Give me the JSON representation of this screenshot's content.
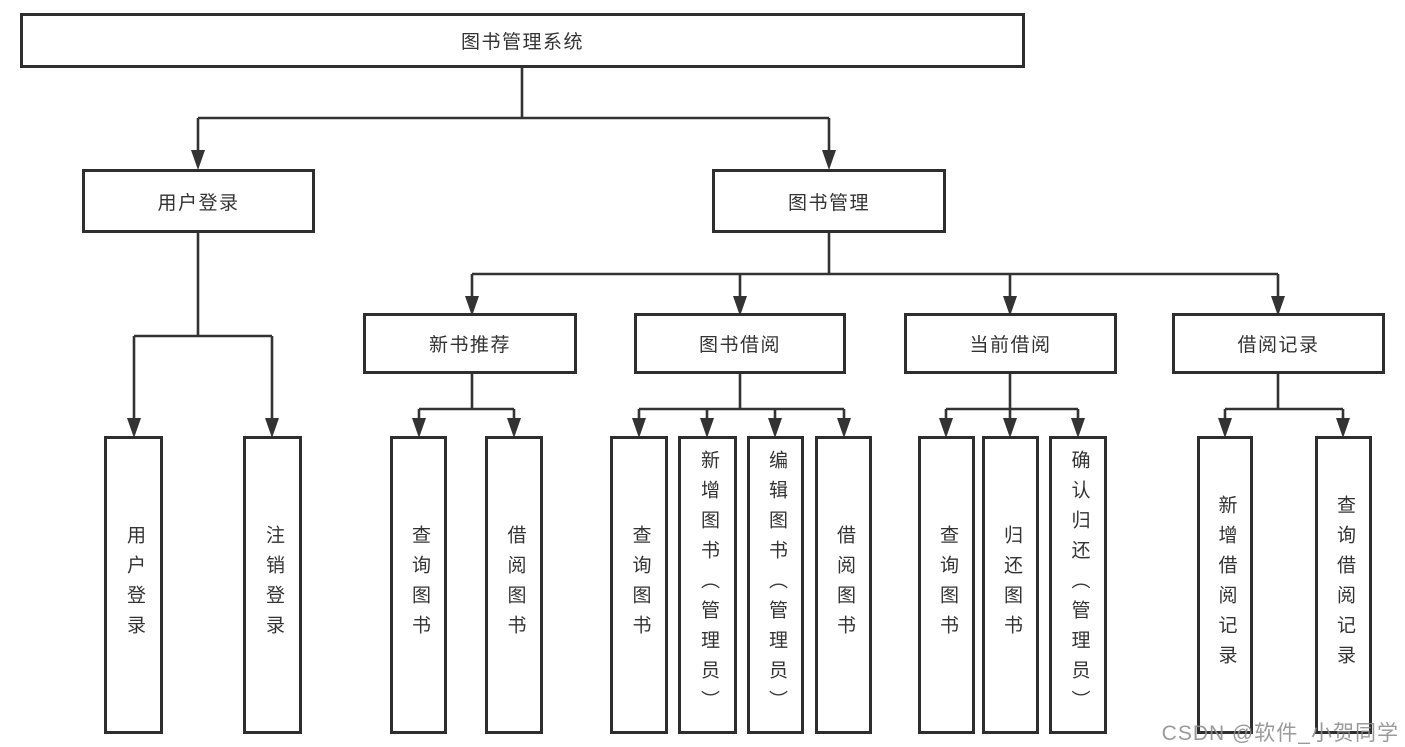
{
  "root": {
    "label": "图书管理系统"
  },
  "level2": {
    "user_login": {
      "label": "用户登录"
    },
    "book_mgmt": {
      "label": "图书管理"
    }
  },
  "level3": {
    "new_book_rec": {
      "label": "新书推荐"
    },
    "book_borrow": {
      "label": "图书借阅"
    },
    "current_borrow": {
      "label": "当前借阅"
    },
    "borrow_records": {
      "label": "借阅记录"
    }
  },
  "leaves": {
    "ul_login": {
      "label": "用户登录"
    },
    "ul_logout": {
      "label": "注销登录"
    },
    "nb_query": {
      "label": "查询图书"
    },
    "nb_borrow": {
      "label": "借阅图书"
    },
    "bb_query": {
      "label": "查询图书"
    },
    "bb_add": {
      "label": "新增图书（管理员）"
    },
    "bb_edit": {
      "label": "编辑图书（管理员）"
    },
    "bb_borrow": {
      "label": "借阅图书"
    },
    "cb_query": {
      "label": "查询图书"
    },
    "cb_return": {
      "label": "归还图书"
    },
    "cb_confirm": {
      "label": "确认归还（管理员）"
    },
    "br_add": {
      "label": "新增借阅记录"
    },
    "br_query": {
      "label": "查询借阅记录"
    }
  },
  "watermark": "CSDN @软件_小贺同学",
  "colors": {
    "line": "#333333",
    "box_border": "#2e2e2e",
    "box_fill": "#ffffff",
    "text": "#333333",
    "watermark": "#8c8c8c"
  }
}
